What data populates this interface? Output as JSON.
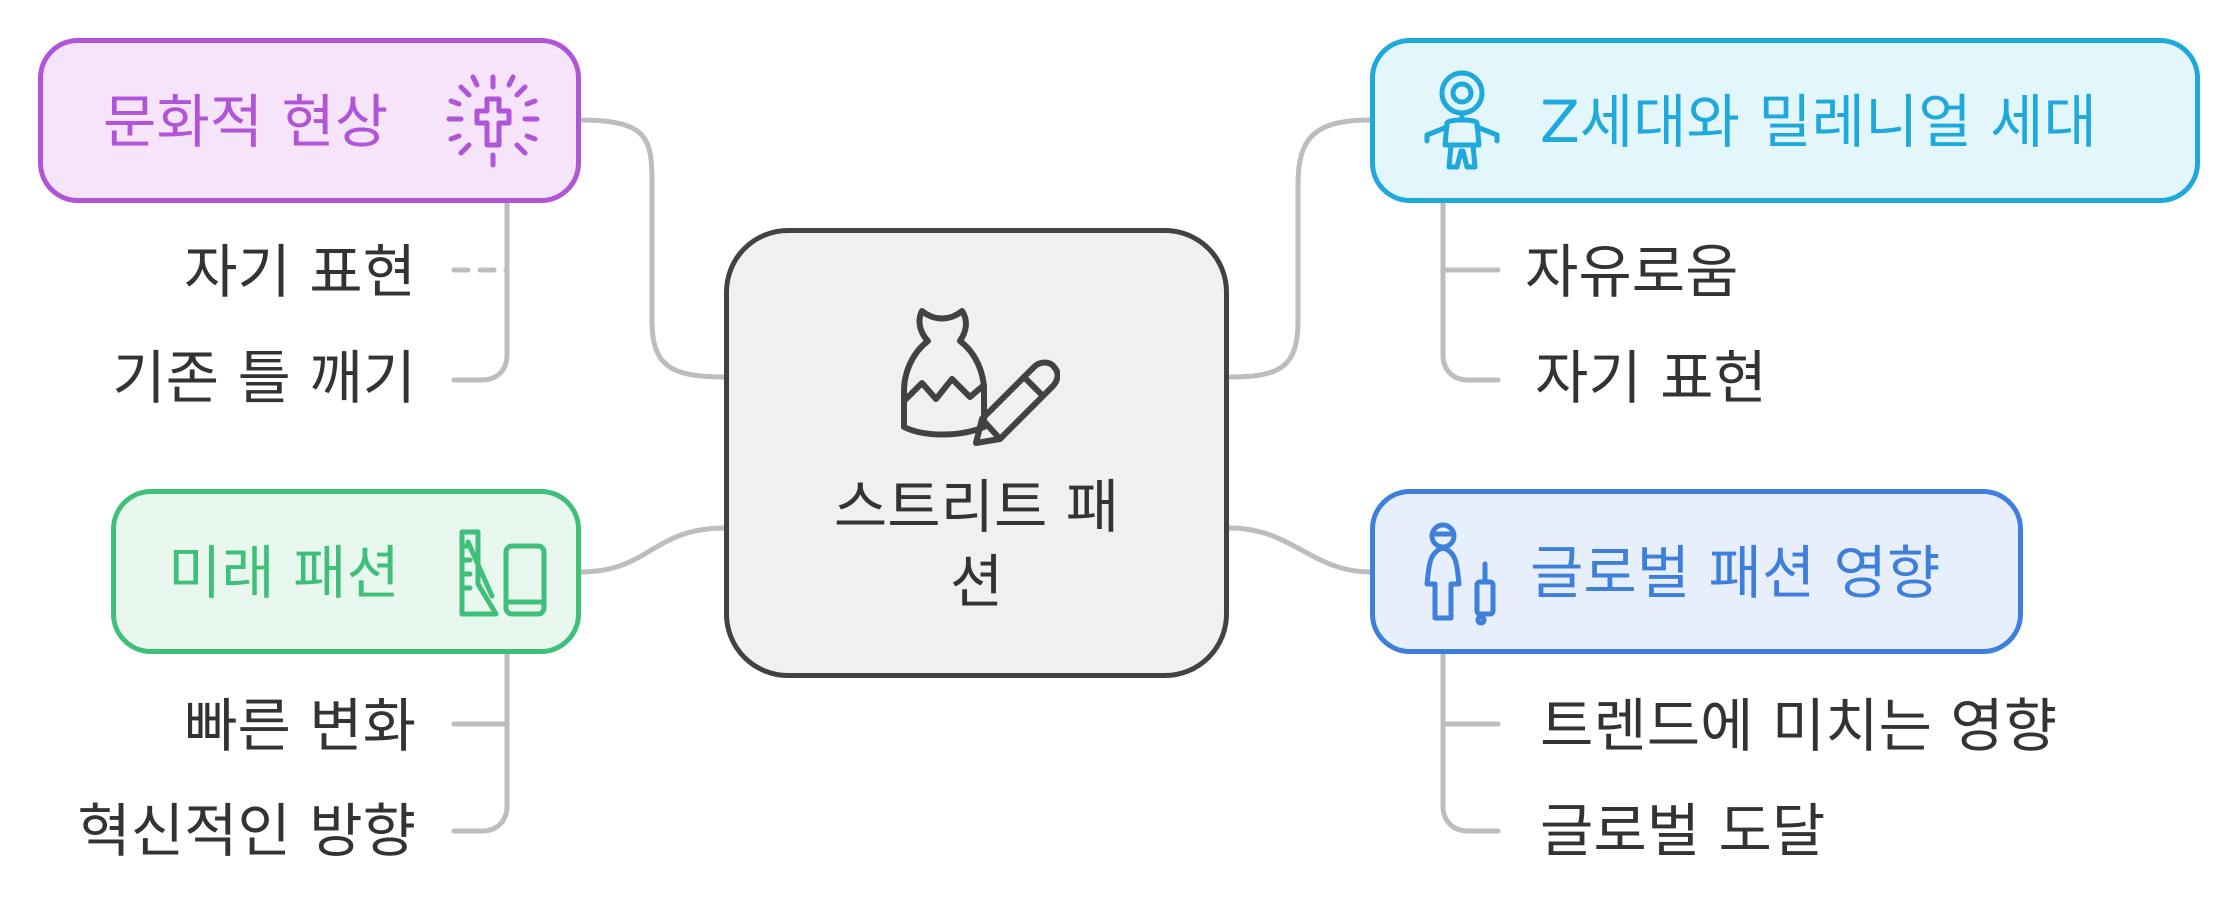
{
  "center": {
    "title_line1": "스트리트 패",
    "title_line2": "션",
    "icon": "dress-and-pencil-icon"
  },
  "branches": {
    "culture": {
      "title": "문화적 현상",
      "icon": "sparkle-cross-icon",
      "color": "#b054d8",
      "fill": "#f6e4fb",
      "items": [
        "자기 표현",
        "기존 틀 깨기"
      ]
    },
    "generation": {
      "title": "Z세대와 밀레니얼 세대",
      "icon": "child-figure-icon",
      "color": "#1fa8dc",
      "fill": "#e3f6fc",
      "items": [
        "자유로움",
        "자기 표현"
      ]
    },
    "future": {
      "title": "미래 패션",
      "icon": "ruler-and-phone-icon",
      "color": "#3fbf7a",
      "fill": "#e8f8ef",
      "items": [
        "빠른 변화",
        "혁신적인 방향"
      ]
    },
    "global": {
      "title": "글로벌 패션 영향",
      "icon": "traveler-with-luggage-icon",
      "color": "#3f7fdc",
      "fill": "#e6effb",
      "items": [
        "트렌드에 미치는 영향",
        "글로벌 도달"
      ]
    }
  },
  "colors": {
    "center_fill": "#f0f0f0",
    "center_stroke": "#424242",
    "connector": "#bdbdbd",
    "item_text": "#333333"
  }
}
